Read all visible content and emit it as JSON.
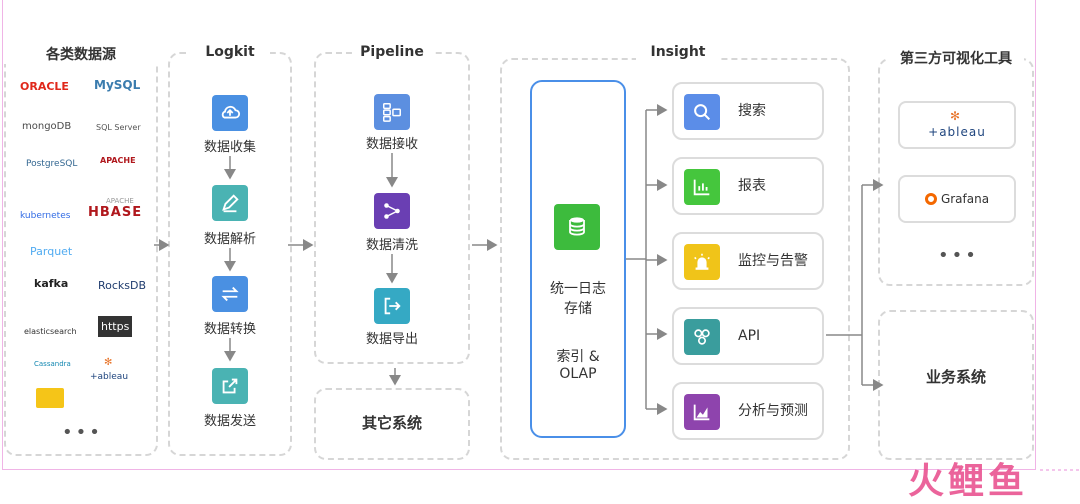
{
  "sources": {
    "title": "各类数据源",
    "logos": {
      "oracle": "ORACLE",
      "mysql": "MySQL",
      "mongodb": "mongoDB",
      "sqlserver": "SQL Server",
      "postgresql": "PostgreSQL",
      "apache": "APACHE",
      "kubernetes": "kubernetes",
      "hbase_small": "APACHE",
      "hbase": "HBASE",
      "parquet": "Parquet",
      "kafka": "kafka",
      "rocksdb": "RocksDB",
      "elasticsearch": "elasticsearch",
      "https": "https",
      "cassandra": "Cassandra",
      "tableau": "+ableau"
    },
    "more": "•••"
  },
  "logkit": {
    "title": "Logkit",
    "steps": [
      "数据收集",
      "数据解析",
      "数据转换",
      "数据发送"
    ]
  },
  "pipeline": {
    "title": "Pipeline",
    "steps": [
      "数据接收",
      "数据清洗",
      "数据导出"
    ],
    "other": "其它系统"
  },
  "insight": {
    "title": "Insight",
    "storage_line1": "统一日志",
    "storage_line2": "存储",
    "storage_line3": "索引 &",
    "storage_line4": "OLAP",
    "features": [
      "搜索",
      "报表",
      "监控与告警",
      "API",
      "分析与预测"
    ]
  },
  "third_party": {
    "title": "第三方可视化工具",
    "tableau": "+ableau",
    "grafana": "Grafana",
    "more": "•••"
  },
  "business": {
    "label": "业务系统"
  },
  "watermark": "火鲤鱼",
  "colors": {
    "logkit_blue": "#4a90e2",
    "logkit_teal": "#4ab3b3",
    "pipeline_blue": "#5c8fe0",
    "pipeline_purple": "#6a3fb3",
    "pipeline_teal": "#35a9c4",
    "storage_green": "#3dbb3d",
    "search_blue": "#5b8de8",
    "report_green": "#45c63d",
    "alert_yellow": "#f0c419",
    "api_teal": "#3a9d9d",
    "analysis_purple": "#8e44ad"
  }
}
